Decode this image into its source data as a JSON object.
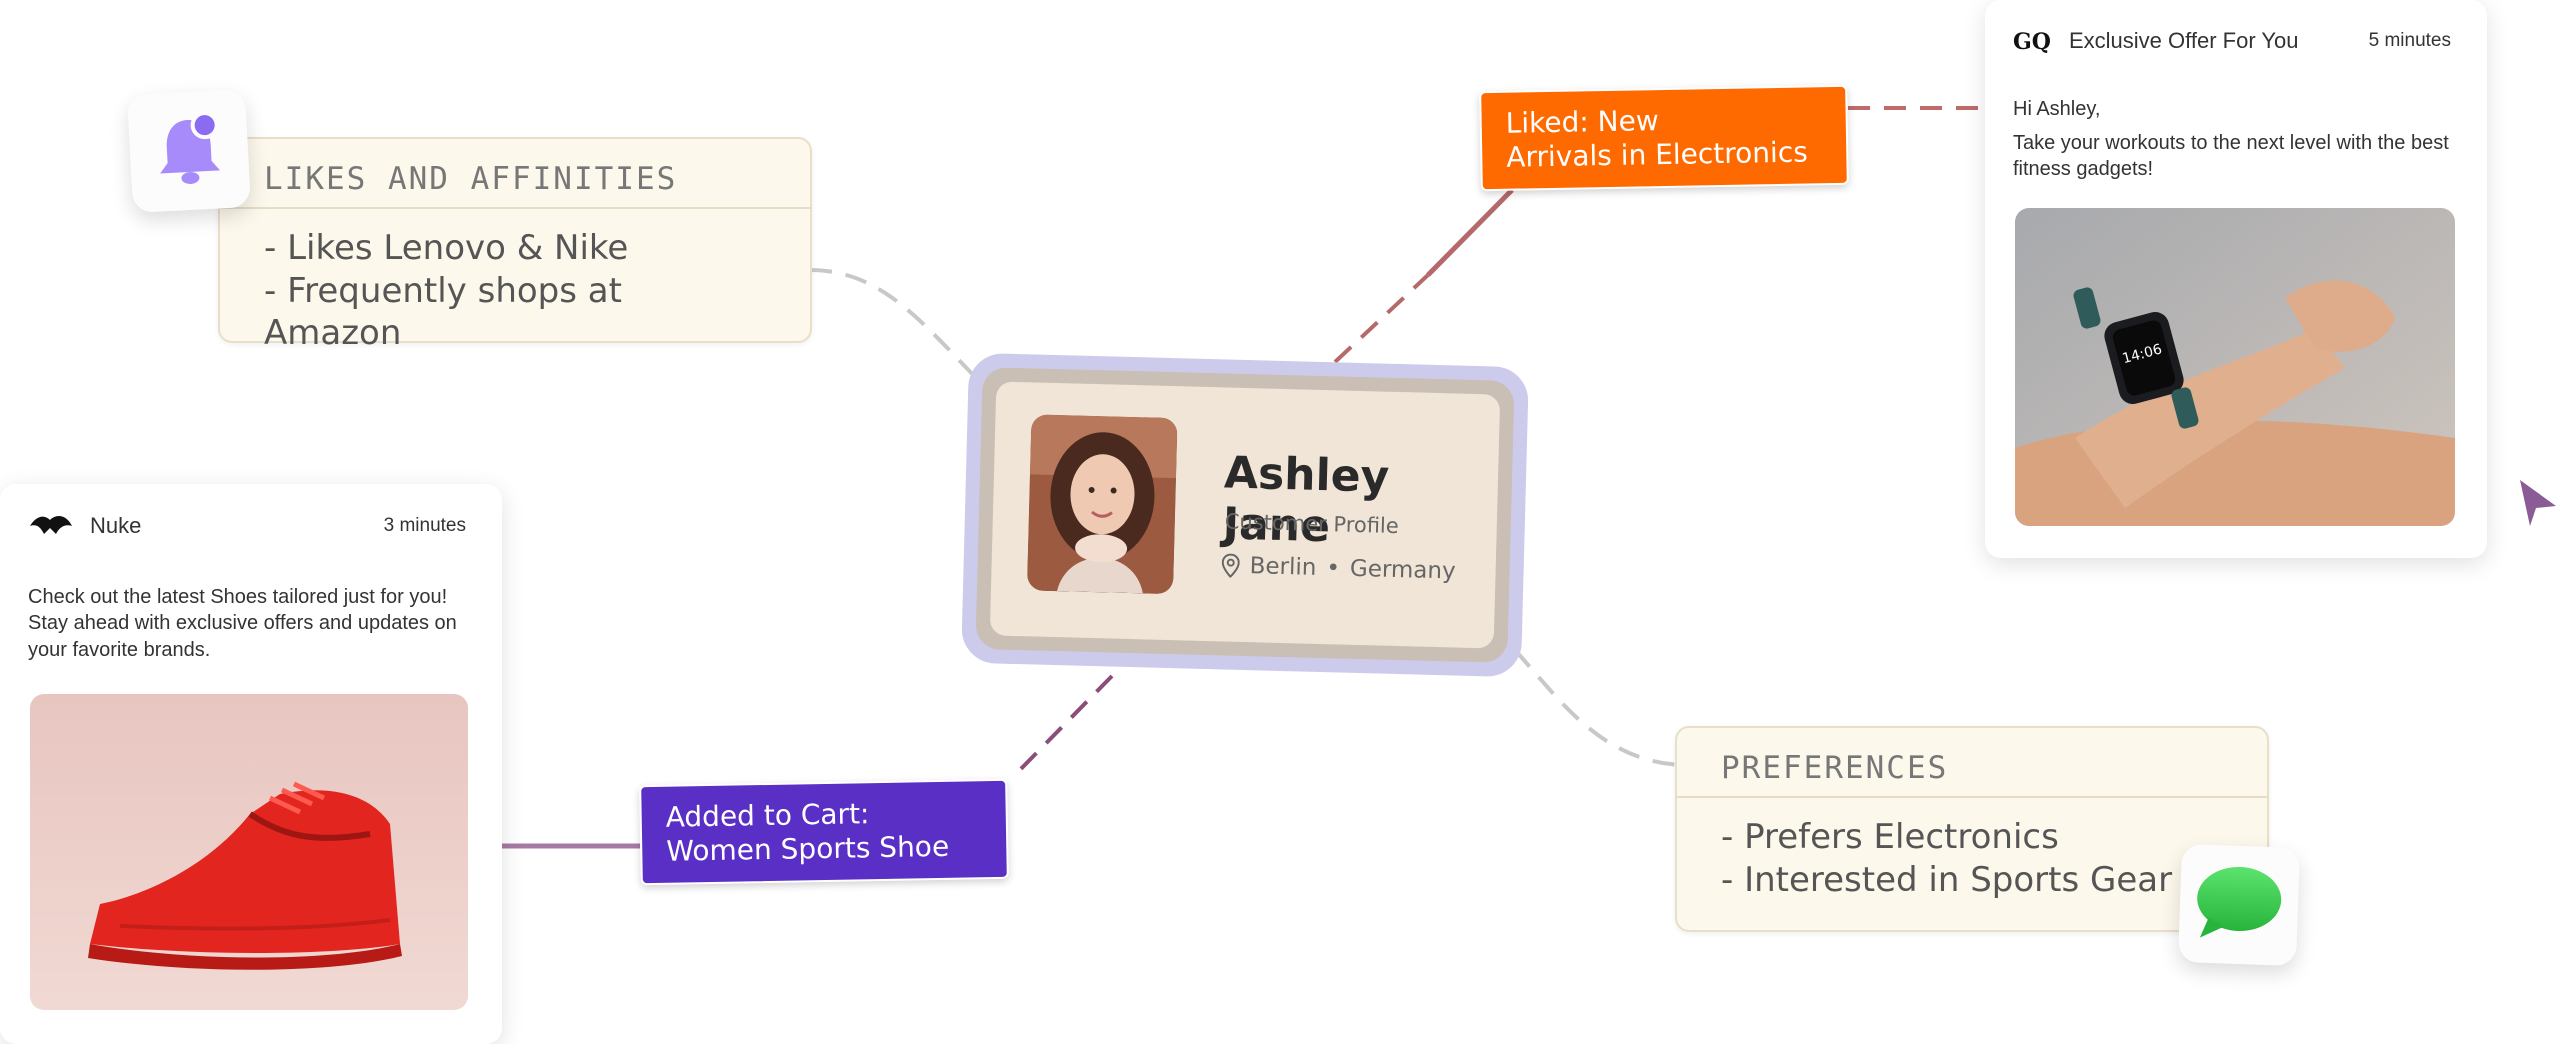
{
  "likes_card": {
    "title": "LIKES AND AFFINITIES",
    "lines": [
      "- Likes Lenovo & Nike",
      "- Frequently shops at Amazon"
    ]
  },
  "preferences_card": {
    "title": "PREFERENCES",
    "lines": [
      "- Prefers Electronics",
      "- Interested in Sports Gear"
    ]
  },
  "profile": {
    "name": "Ashley Jane",
    "subtitle": "Customer Profile",
    "city": "Berlin",
    "separator": "•",
    "country": "Germany"
  },
  "events": {
    "liked": [
      "Liked: New",
      "Arrivals in Electronics"
    ],
    "cart": [
      "Added to Cart:",
      "Women Sports Shoe"
    ]
  },
  "notification_gq": {
    "brand": "Exclusive Offer For You",
    "time": "5 minutes",
    "greeting": "Hi Ashley,",
    "message": "Take your workouts to the next level with the best fitness gadgets!"
  },
  "notification_nuke": {
    "brand": "Nuke",
    "time": "3 minutes",
    "message": "Check out the latest Shoes tailored just for you! Stay ahead with exclusive offers and updates on your favorite brands."
  },
  "icons": {
    "bell": "bell-notification-icon",
    "chat": "chat-bubble-icon",
    "pin": "location-pin-icon",
    "cursor": "pointer-cursor-icon"
  },
  "colors": {
    "liked_event": "#ff6a00",
    "cart_event": "#5a2fc6",
    "profile_border": "#cdcbec",
    "card_bg": "#fdf8ec"
  }
}
